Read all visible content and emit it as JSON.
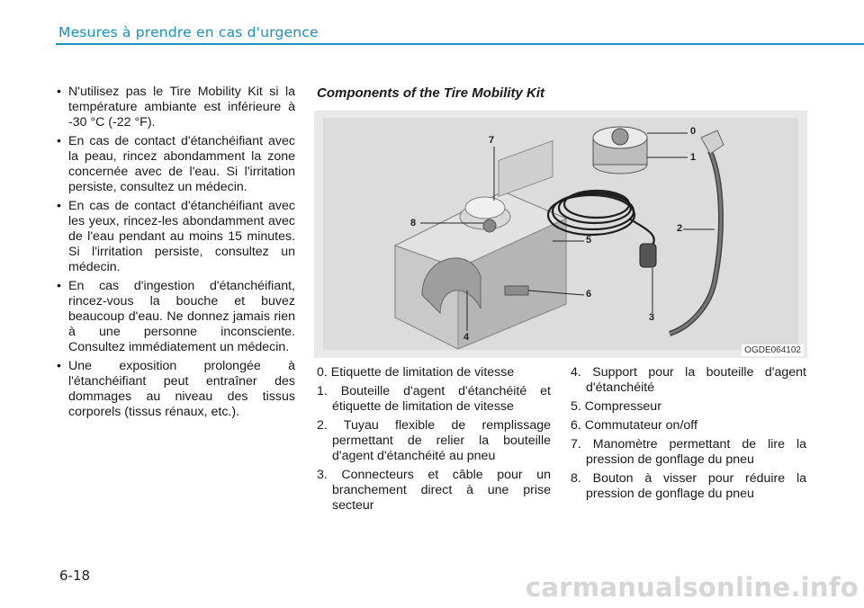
{
  "header": {
    "title": "Mesures à prendre en cas d'urgence"
  },
  "left_bullets": [
    "N'utilisez pas le Tire Mobility Kit si la température ambiante est inférieure à -30 °C (-22 °F).",
    "En cas de contact d'étanchéifiant avec la peau, rincez abondamment la zone concernée avec de l'eau. Si l'irritation persiste, consultez un médecin.",
    "En cas de contact d'étanchéifiant avec les yeux, rincez-les abondamment avec de l'eau pendant au moins 15 minutes. Si l'irritation persiste, consultez un médecin.",
    "En cas d'ingestion d'étanchéifiant, rincez-vous la bouche et buvez beaucoup d'eau. Ne donnez jamais rien à une personne inconsciente. Consultez immédiatement un médecin.",
    "Une exposition prolongée à l'étanchéifiant peut entraîner des dommages au niveau des tissus corporels (tissus rénaux, etc.)."
  ],
  "section_title": "Components of the Tire Mobility Kit",
  "figure": {
    "code": "OGDE064102",
    "callouts": [
      "0",
      "1",
      "2",
      "3",
      "4",
      "5",
      "6",
      "7",
      "8"
    ]
  },
  "components_left": [
    "0. Etiquette de limitation de vitesse",
    "1. Bouteille d'agent d'étanchéité et étiquette de limitation de vitesse",
    "2. Tuyau flexible de remplissage permettant de relier la bouteille d'agent d'étanchéité au pneu",
    "3. Connecteurs et câble pour un branchement direct à une prise secteur"
  ],
  "components_right": [
    "4. Support pour la bouteille d'agent d'étanchéité",
    "5. Compresseur",
    "6. Commutateur on/off",
    "7. Manomètre permettant de lire la pression de gonflage du pneu",
    "8. Bouton à visser pour réduire la pression de gonflage du pneu"
  ],
  "page_number": "6-18",
  "watermark": "carmanualsonline.info"
}
